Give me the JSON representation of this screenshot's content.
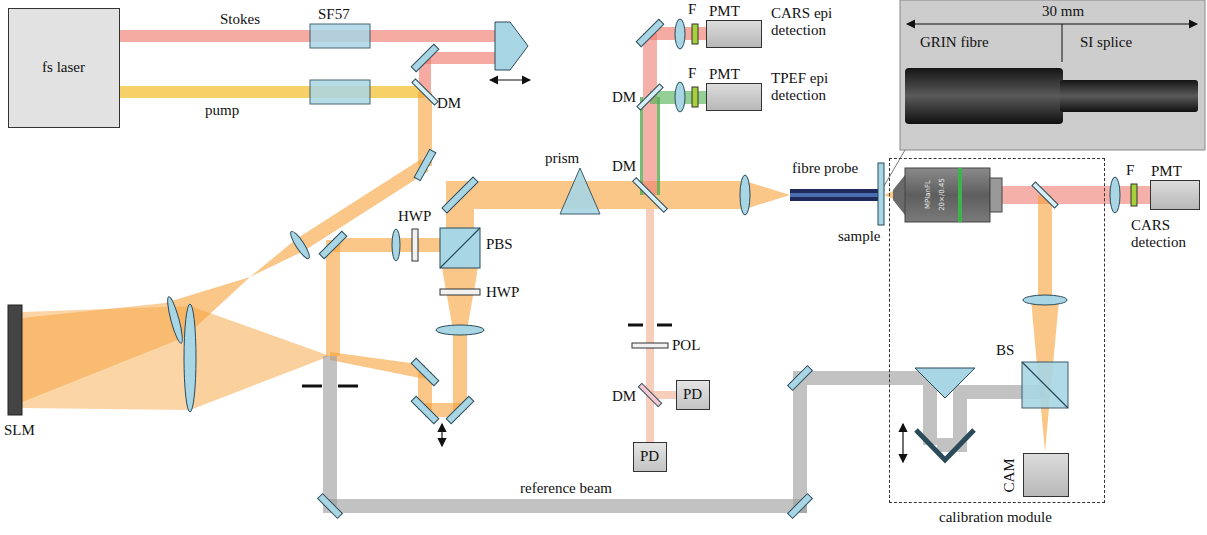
{
  "diagram": {
    "nodes": [
      {
        "text": [
          "fs laser"
        ]
      },
      {
        "text": [
          "PMT",
          "CARS epi detection"
        ]
      },
      {
        "text": [
          "PMT",
          "TPEF epi detection"
        ]
      },
      {
        "text": [
          "30 mm",
          "GRIN fibre",
          "SI splice"
        ]
      },
      {
        "text": [
          "PD"
        ]
      },
      {
        "text": [
          "PD"
        ]
      },
      {
        "text": [
          "calibration module"
        ]
      },
      {
        "text": [
          "CAM"
        ],
        "in": 6
      },
      {
        "text": [
          "PMT",
          "CARS detection"
        ]
      }
    ],
    "labels": [
      "Stokes",
      "SF57",
      "pump",
      "DM",
      "DM",
      "DM",
      "DM",
      "prism",
      "HWP",
      "HWP",
      "PBS",
      "POL",
      "SLM",
      "F",
      "F",
      "F",
      "fibre probe",
      "sample",
      "BS",
      "reference beam",
      "MPlanFL",
      "20×/0.45"
    ]
  }
}
